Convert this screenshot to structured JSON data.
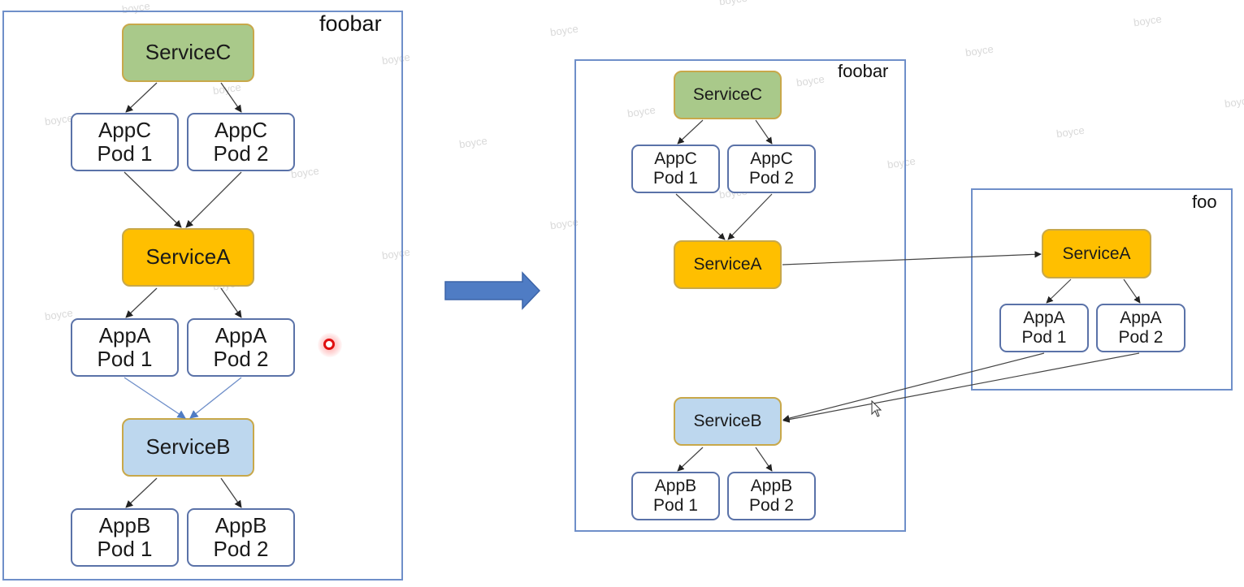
{
  "colors": {
    "serviceC": "#a9c98a",
    "serviceA": "#ffbf00",
    "serviceB": "#bdd7ee",
    "pod": "#ffffff",
    "namespace_border": "#6f8fc9",
    "arrow": "#4f7cc4",
    "edge": "#444444",
    "edge_blue": "#6f8fc9"
  },
  "before": {
    "namespace": "foobar",
    "services": {
      "c": "ServiceC",
      "a": "ServiceA",
      "b": "ServiceB"
    },
    "pods": {
      "c1": [
        "AppC",
        "Pod 1"
      ],
      "c2": [
        "AppC",
        "Pod 2"
      ],
      "a1": [
        "AppA",
        "Pod 1"
      ],
      "a2": [
        "AppA",
        "Pod 2"
      ],
      "b1": [
        "AppB",
        "Pod 1"
      ],
      "b2": [
        "AppB",
        "Pod 2"
      ]
    }
  },
  "transition_arrow": "right-arrow",
  "after": {
    "foobar": {
      "namespace": "foobar",
      "services": {
        "c": "ServiceC",
        "a": "ServiceA",
        "b": "ServiceB"
      },
      "pods": {
        "c1": [
          "AppC",
          "Pod 1"
        ],
        "c2": [
          "AppC",
          "Pod 2"
        ],
        "b1": [
          "AppB",
          "Pod 1"
        ],
        "b2": [
          "AppB",
          "Pod 2"
        ]
      }
    },
    "foo": {
      "namespace": "foo",
      "services": {
        "a": "ServiceA"
      },
      "pods": {
        "a1": [
          "AppA",
          "Pod 1"
        ],
        "a2": [
          "AppA",
          "Pod 2"
        ]
      }
    }
  },
  "watermark": "boyce"
}
